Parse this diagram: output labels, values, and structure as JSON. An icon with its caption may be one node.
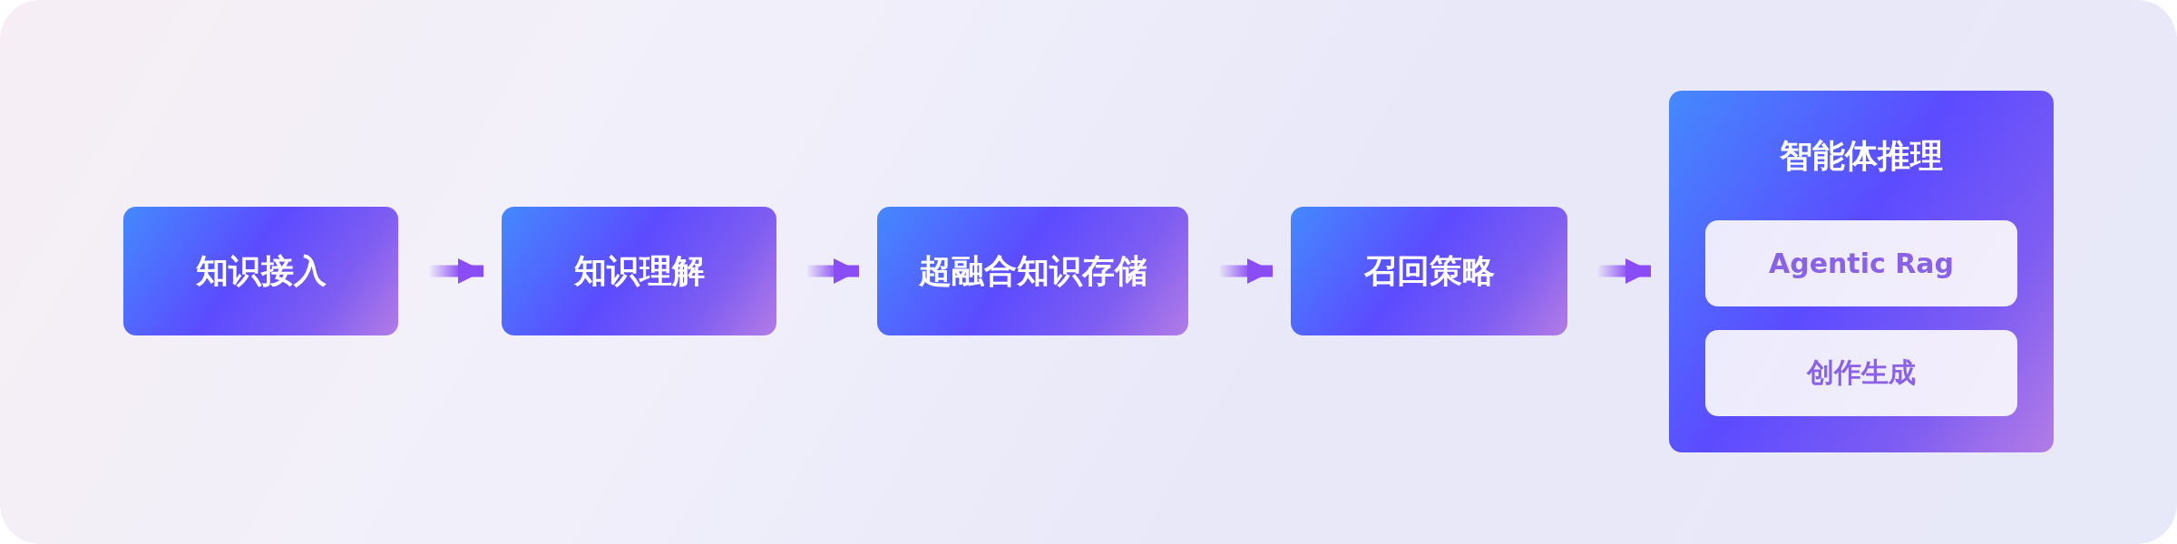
{
  "diagram": {
    "nodes": [
      {
        "text": [
          "知识接入"
        ]
      },
      {
        "text": [
          "知识理解"
        ]
      },
      {
        "text": [
          "超融合知识存储"
        ]
      },
      {
        "text": [
          "召回策略"
        ]
      },
      {
        "text": [
          "智能体推理"
        ]
      },
      {
        "text": [
          "Agentic Rag"
        ],
        "in": 4
      },
      {
        "text": [
          "创作生成"
        ],
        "in": 4
      }
    ],
    "edges": [
      {
        "from": 0,
        "to": 1,
        "arrow": "to"
      },
      {
        "from": 1,
        "to": 2,
        "arrow": "to"
      },
      {
        "from": 2,
        "to": 3,
        "arrow": "to"
      },
      {
        "from": 3,
        "to": 4,
        "arrow": "to"
      }
    ]
  }
}
